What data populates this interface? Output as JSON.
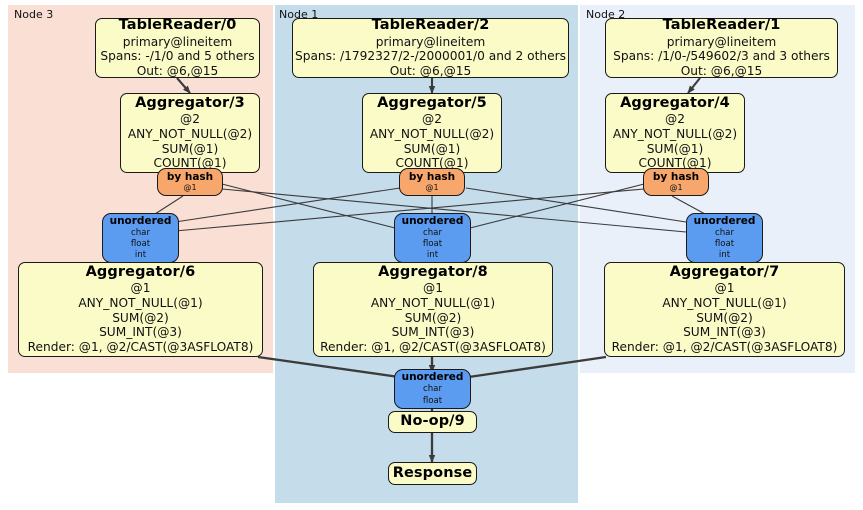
{
  "diagram": {
    "title": "Distributed query plan",
    "colors": {
      "node3_panel": "#fadfd5",
      "node1_panel": "#c5dceb",
      "node2_panel": "#e9f0fa",
      "processor": "#fbfbc8",
      "hash_router": "#f7a76c",
      "unordered_synchronizer": "#5b9bf0",
      "edge": "#444444",
      "border": "#1a1a1a"
    },
    "panels": [
      {
        "id": "node3",
        "label": "Node 3"
      },
      {
        "id": "node1",
        "label": "Node 1"
      },
      {
        "id": "node2",
        "label": "Node 2"
      }
    ],
    "nodes": {
      "tablereader0": {
        "title": "TableReader/0",
        "lines": [
          "primary@lineitem",
          "Spans: -/1/0 and 5 others",
          "Out: @6,@15"
        ]
      },
      "tablereader2": {
        "title": "TableReader/2",
        "lines": [
          "primary@lineitem",
          "Spans: /1792327/2-/2000001/0 and 2 others",
          "Out: @6,@15"
        ]
      },
      "tablereader1": {
        "title": "TableReader/1",
        "lines": [
          "primary@lineitem",
          "Spans: /1/0-/549602/3 and 3 others",
          "Out: @6,@15"
        ]
      },
      "aggregator3": {
        "title": "Aggregator/3",
        "lines": [
          "@2",
          "ANY_NOT_NULL(@2)",
          "SUM(@1)",
          "COUNT(@1)"
        ]
      },
      "aggregator5": {
        "title": "Aggregator/5",
        "lines": [
          "@2",
          "ANY_NOT_NULL(@2)",
          "SUM(@1)",
          "COUNT(@1)"
        ]
      },
      "aggregator4": {
        "title": "Aggregator/4",
        "lines": [
          "@2",
          "ANY_NOT_NULL(@2)",
          "SUM(@1)",
          "COUNT(@1)"
        ]
      },
      "aggregator6": {
        "title": "Aggregator/6",
        "lines": [
          "@1",
          "ANY_NOT_NULL(@1)",
          "SUM(@2)",
          "SUM_INT(@3)",
          "Render: @1, @2/CAST(@3ASFLOAT8)"
        ]
      },
      "aggregator8": {
        "title": "Aggregator/8",
        "lines": [
          "@1",
          "ANY_NOT_NULL(@1)",
          "SUM(@2)",
          "SUM_INT(@3)",
          "Render: @1, @2/CAST(@3ASFLOAT8)"
        ]
      },
      "aggregator7": {
        "title": "Aggregator/7",
        "lines": [
          "@1",
          "ANY_NOT_NULL(@1)",
          "SUM(@2)",
          "SUM_INT(@3)",
          "Render: @1, @2/CAST(@3ASFLOAT8)"
        ]
      },
      "hash_left": {
        "title": "by hash",
        "lines": [
          "@1"
        ]
      },
      "hash_center": {
        "title": "by hash",
        "lines": [
          "@1"
        ]
      },
      "hash_right": {
        "title": "by hash",
        "lines": [
          "@1"
        ]
      },
      "unordered_left": {
        "title": "unordered",
        "lines": [
          "char",
          "float",
          "int"
        ]
      },
      "unordered_center": {
        "title": "unordered",
        "lines": [
          "char",
          "float",
          "int"
        ]
      },
      "unordered_right": {
        "title": "unordered",
        "lines": [
          "char",
          "float",
          "int"
        ]
      },
      "unordered_final": {
        "title": "unordered",
        "lines": [
          "char",
          "float"
        ]
      },
      "noop9": {
        "title": "No-op/9",
        "lines": []
      },
      "response": {
        "title": "Response",
        "lines": []
      }
    }
  }
}
